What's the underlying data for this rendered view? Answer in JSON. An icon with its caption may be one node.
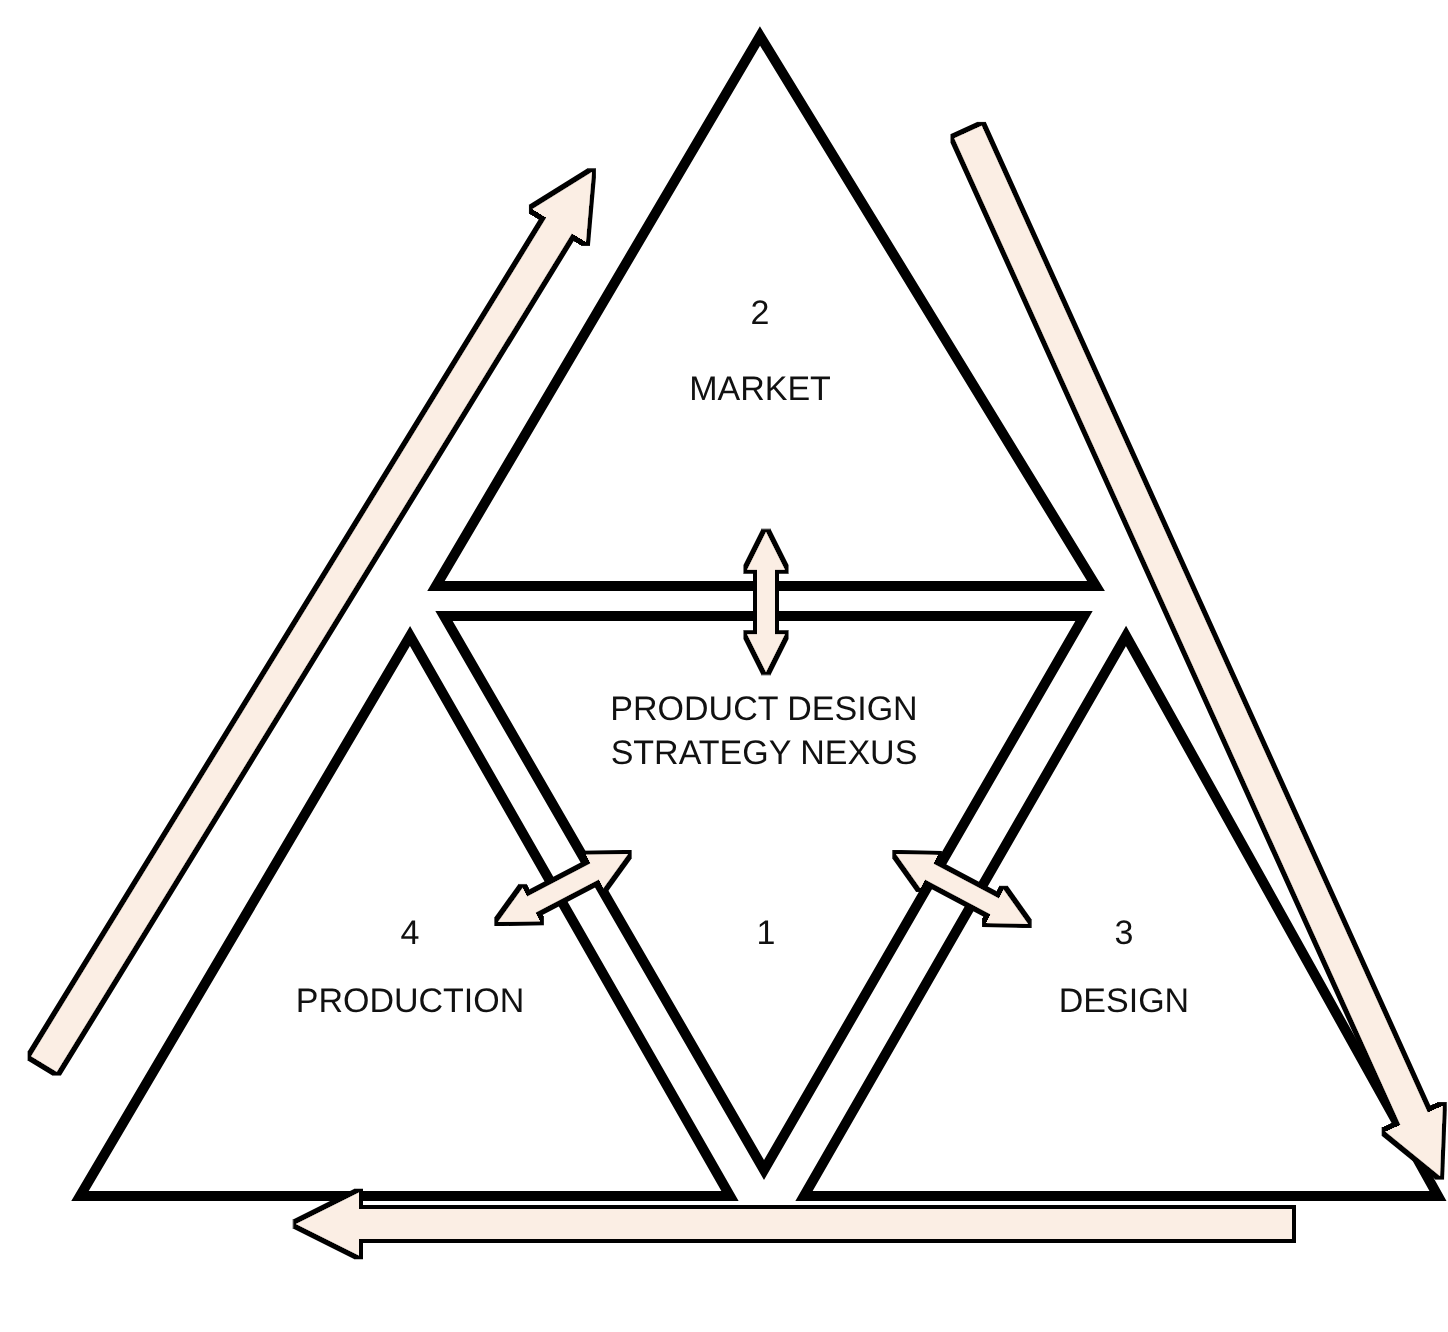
{
  "diagram": {
    "nodes": [
      {
        "text": [
          "2",
          "MARKET"
        ]
      },
      {
        "text": [
          "PRODUCT DESIGN STRATEGY NEXUS",
          "1"
        ]
      },
      {
        "text": [
          "4",
          "PRODUCTION"
        ]
      },
      {
        "text": [
          "3",
          "DESIGN"
        ]
      }
    ],
    "edges": [
      {
        "from": 0,
        "to": 1,
        "arrow": "both"
      },
      {
        "from": 1,
        "to": 2,
        "arrow": "both"
      },
      {
        "from": 1,
        "to": 3,
        "arrow": "both"
      },
      {
        "from": 2,
        "to": 0,
        "arrow": "to"
      },
      {
        "from": 0,
        "to": 3,
        "arrow": "to"
      },
      {
        "from": 3,
        "to": 2,
        "arrow": "to"
      }
    ]
  }
}
